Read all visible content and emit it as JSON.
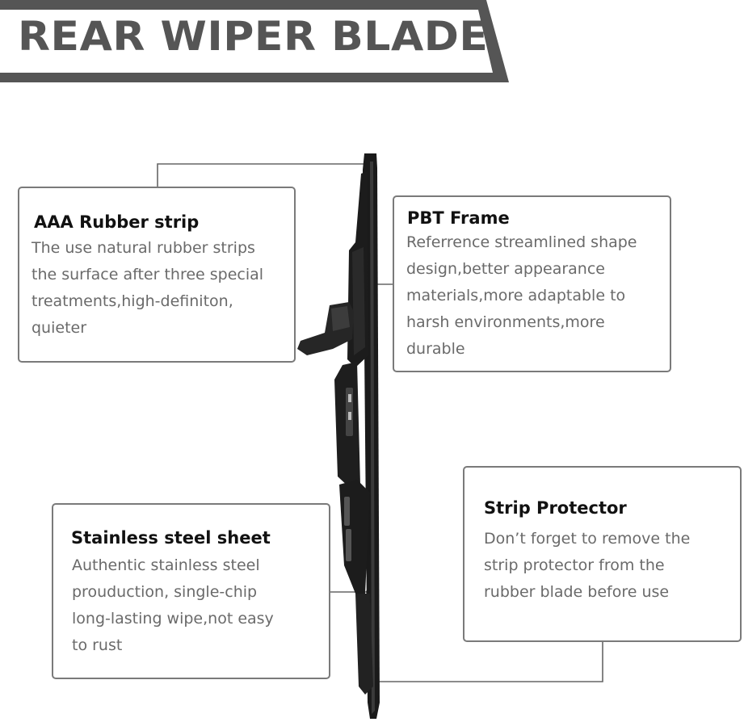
{
  "header": {
    "title": "REAR WIPER BLADE"
  },
  "callouts": {
    "rubber_strip": {
      "title": "AAA Rubber strip",
      "text": "The use natural rubber strips\nthe surface after three special\ntreatments,high-definiton,\nquieter"
    },
    "pbt_frame": {
      "title": "PBT Frame",
      "text": "Referrence streamlined shape\ndesign,better appearance\nmaterials,more adaptable to\nharsh environments,more\ndurable"
    },
    "steel_sheet": {
      "title": "Stainless steel sheet",
      "text": "Authentic stainless steel\nprouduction, single-chip\nlong-lasting wipe,not easy\nto rust"
    },
    "strip_protector": {
      "title": "Strip Protector",
      "text": "Don’t forget to remove the\nstrip protector from the\nrubber  blade before use"
    }
  },
  "colors": {
    "banner_text": "#555555",
    "banner_line": "#555555",
    "box_border": "#7a7a7a",
    "box_title": "#111111",
    "box_text": "#6a6a6a",
    "wiper": "#1a1a1a"
  },
  "icons": {
    "product": "wiper-blade-icon"
  }
}
